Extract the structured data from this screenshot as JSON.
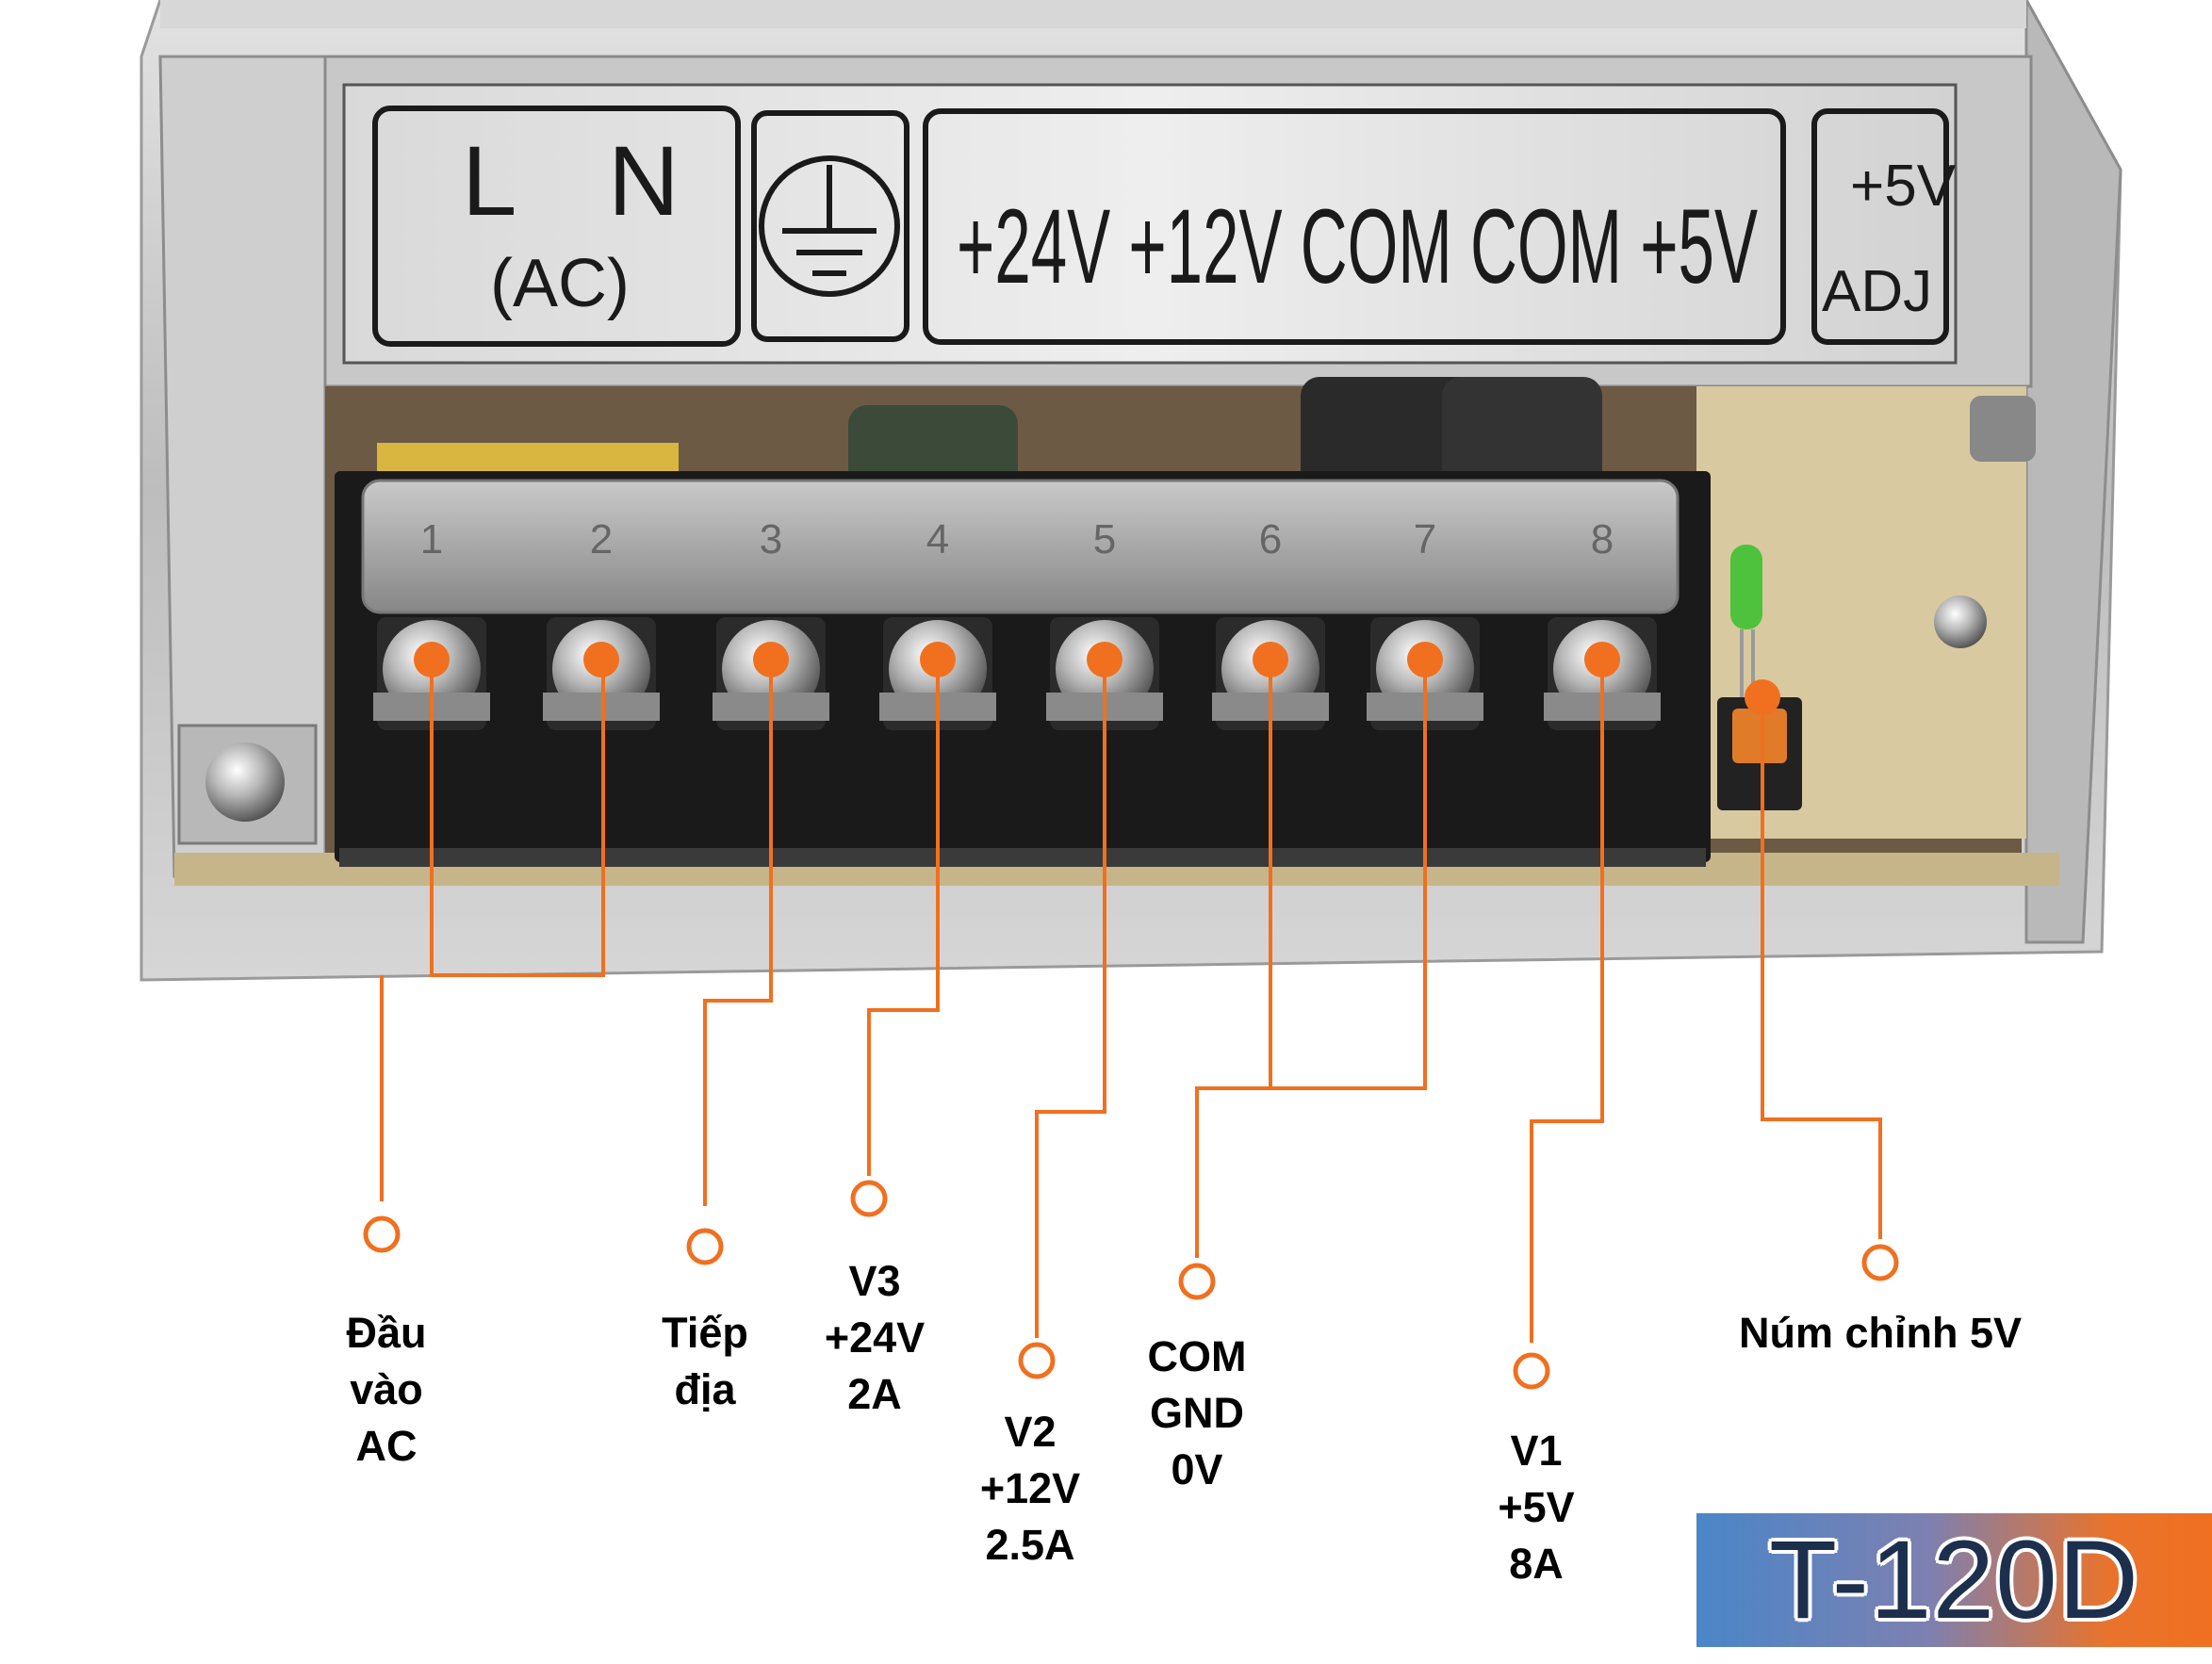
{
  "panel": {
    "ac_label_l": "L",
    "ac_label_n": "N",
    "ac_label_sub": "(AC)",
    "ground_icon": "earth-ground-icon",
    "outputs_label": "+24V +12V COM COM +5V",
    "adj_label_top": "+5V",
    "adj_label_bottom": "ADJ"
  },
  "terminal_numbers": [
    "1",
    "2",
    "3",
    "4",
    "5",
    "6",
    "7",
    "8"
  ],
  "callouts": [
    {
      "id": "ac-input",
      "lines": [
        "Đầu",
        "vào",
        "AC"
      ]
    },
    {
      "id": "ground",
      "lines": [
        "Tiếp",
        "địa"
      ]
    },
    {
      "id": "v3",
      "lines": [
        "V3",
        "+24V",
        "2A"
      ]
    },
    {
      "id": "v2",
      "lines": [
        "V2",
        "+12V",
        "2.5A"
      ]
    },
    {
      "id": "com",
      "lines": [
        "COM",
        "GND",
        "0V"
      ]
    },
    {
      "id": "v1",
      "lines": [
        "V1",
        "+5V",
        "8A"
      ]
    },
    {
      "id": "adjust",
      "lines": [
        "Núm chỉnh 5V"
      ]
    }
  ],
  "model": "T-120D",
  "colors": {
    "accent_orange": "#f07020",
    "badge_blue": "#4a86c8",
    "metal": "#c9c9c9",
    "terminal_block": "#1a1a1a",
    "pcb": "#d8c9a0"
  }
}
